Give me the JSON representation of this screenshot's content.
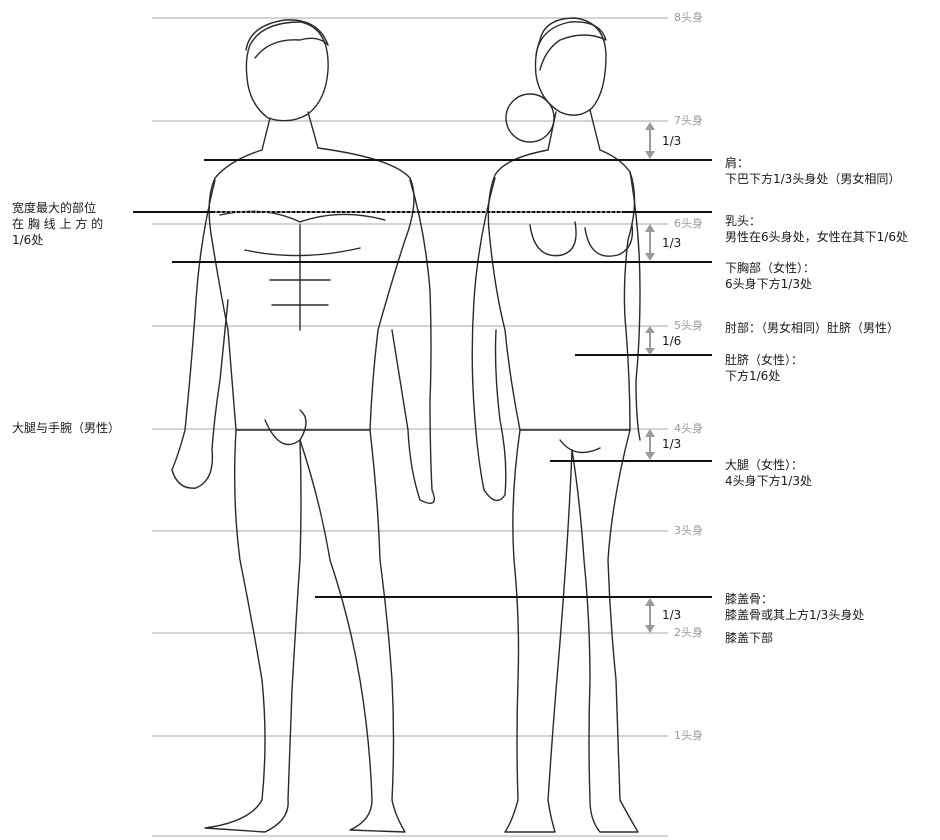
{
  "head_units": [
    "8头身",
    "7头身",
    "6头身",
    "5头身",
    "4头身",
    "3头身",
    "2头身",
    "1头身"
  ],
  "left_notes": {
    "widest_line1": "宽度最大的部位",
    "widest_line2": "在 胸 线 上 方 的",
    "widest_line3": "1/6处",
    "thigh_wrist": "大腿与手腕（男性）"
  },
  "right_notes": {
    "shoulder_title": "肩：",
    "shoulder_desc": "下巴下方1/3头身处（男女相同）",
    "nipple_title": "乳头：",
    "nipple_desc": "男性在6头身处，女性在其下1/6处",
    "underbust_title": "下胸部（女性）：",
    "underbust_desc": "6头身下方1/3处",
    "elbow_navel": "肘部：（男女相同）肚脐（男性）",
    "navel_f_title": "肚脐（女性）：",
    "navel_f_desc": "下方1/6处",
    "thigh_f_title": "大腿（女性）：",
    "thigh_f_desc": "4头身下方1/3处",
    "knee_title": "膝盖骨：",
    "knee_desc": "膝盖骨或其上方1/3头身处",
    "knee_below": "膝盖下部"
  },
  "fractions": {
    "f1": "1/3",
    "f2": "1/3",
    "f3": "1/6",
    "f4": "1/3",
    "f5": "1/3"
  }
}
